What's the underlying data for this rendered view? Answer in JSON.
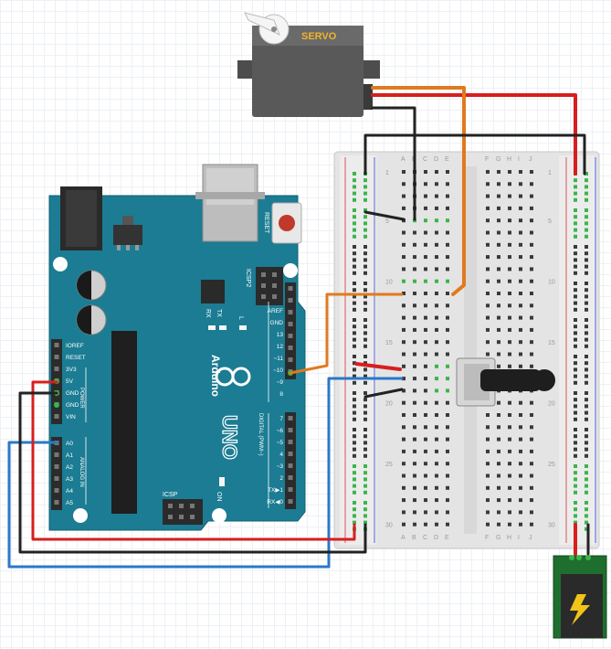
{
  "servo": {
    "label": "SERVO"
  },
  "breadboard": {
    "column_labels_left": [
      "A",
      "B",
      "C",
      "D",
      "E"
    ],
    "column_labels_right": [
      "F",
      "G",
      "H",
      "I",
      "J"
    ],
    "row_numbers": [
      "1",
      "5",
      "10",
      "15",
      "20",
      "25",
      "30"
    ]
  },
  "arduino": {
    "brand": "Arduino",
    "model": "UNO",
    "reset_label": "RESET",
    "icsp2_label": "ICSP2",
    "icsp_label": "ICSP",
    "on_label": "ON",
    "tx_label": "TX",
    "rx_label": "RX",
    "l_label": "L",
    "power_header_label": "POWER",
    "analog_header_label": "ANALOG IN",
    "digital_header_label": "DIGITAL (PWM~)",
    "power_pins": [
      "IOREF",
      "RESET",
      "3V3",
      "5V",
      "GND",
      "GND",
      "VIN"
    ],
    "analog_pins": [
      "A0",
      "A1",
      "A2",
      "A3",
      "A4",
      "A5"
    ],
    "digital_top_pins": [
      "AREF",
      "GND",
      "13",
      "12",
      "~11",
      "~10",
      "~9",
      "8"
    ],
    "digital_bottom_pins": [
      "7",
      "~6",
      "~5",
      "4",
      "~3",
      "2",
      "TX▶1",
      "RX◀0"
    ]
  },
  "colors": {
    "board": "#1b7c93",
    "board_dark": "#136274",
    "breadboard": "#e9e9e9",
    "wire_red": "#d81e1e",
    "wire_black": "#222222",
    "wire_blue": "#2a78c8",
    "wire_orange": "#e07a1e",
    "hole_green": "#3bb54a",
    "servo_body": "#555555",
    "servo_label": "#f0b429",
    "power_jack": "#1e6e2e"
  }
}
